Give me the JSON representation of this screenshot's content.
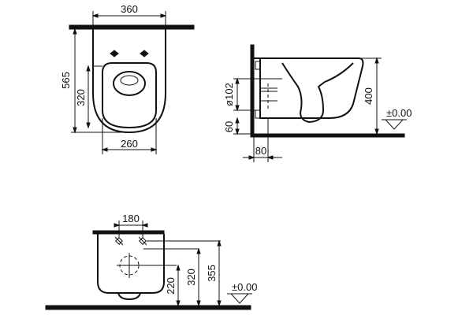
{
  "top_view": {
    "width_label": "360",
    "depth_label": "565",
    "inner_depth_label": "320",
    "inner_width_label": "260"
  },
  "side_view": {
    "height_label": "400",
    "pipe_label": "ø102",
    "pipe_height_label": "60",
    "offset_label": "80",
    "level_label": "±0.00"
  },
  "front_view": {
    "bolt_spacing_label": "180",
    "h1_label": "220",
    "h2_label": "320",
    "h3_label": "355",
    "level_label": "±0.00"
  }
}
